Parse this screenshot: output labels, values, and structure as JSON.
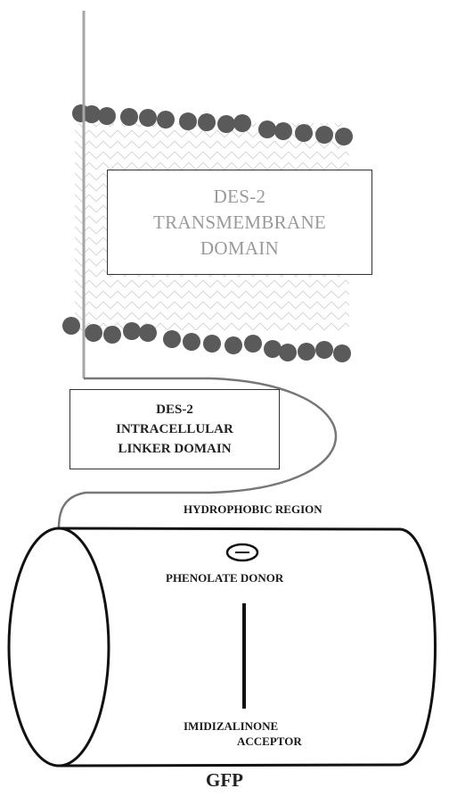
{
  "transmembrane_box": {
    "lines": [
      "DES-2",
      "TRANSMEMBRANE",
      "DOMAIN"
    ]
  },
  "linker_box": {
    "lines": [
      "DES-2",
      "INTRACELLULAR",
      "LINKER DOMAIN"
    ]
  },
  "gfp_barrel": {
    "hydrophobic_label": "HYDROPHOBIC REGION",
    "donor_label": "PHENOLATE DONOR",
    "acceptor_label_line1": "IMIDIZALINONE",
    "acceptor_label_line2": "ACCEPTOR",
    "donor_charge_symbol": "−"
  },
  "caption": "GFP",
  "colors": {
    "lipid_head": "#5a5a5a",
    "membrane_wave": "#d4d4d4",
    "helix_line": "#a6a6a6",
    "linker_line": "#777777",
    "outline": "#111111",
    "box_text_gray": "#9a9a9a"
  }
}
